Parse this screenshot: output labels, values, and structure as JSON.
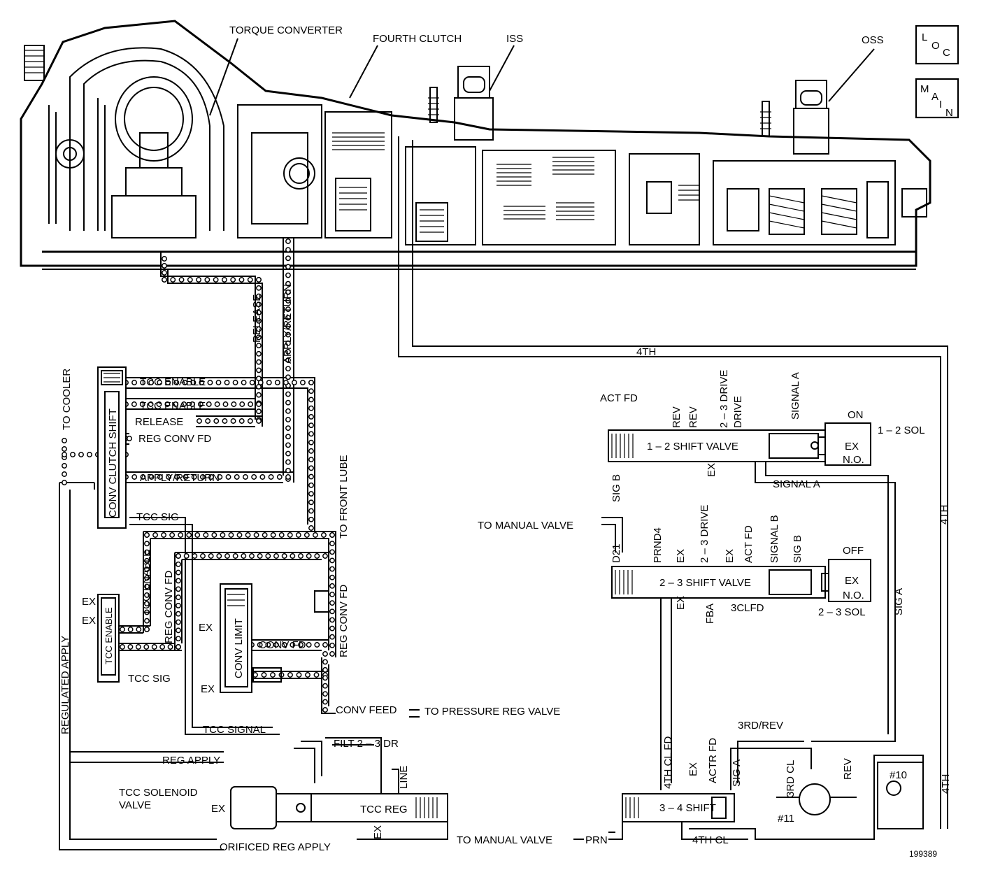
{
  "labels": {
    "torque_converter": "TORQUE CONVERTER",
    "fourth_clutch": "FOURTH CLUTCH",
    "iss": "ISS",
    "oss": "OSS",
    "release_vertical": "RELEASE",
    "apply_return_vertical": "APPLY/RETURN",
    "fourth_top": "4TH",
    "to_cooler": "TO COOLER",
    "tcc_enable_1": "TCC ENABLE",
    "tcc_enable_2": "TCC ENABLE",
    "release": "RELEASE",
    "reg_conv_fd": "REG CONV FD",
    "apply_return": "APPLY/RETURN",
    "conv_clutch_shift": "CONV CLUTCH SHIFT",
    "tcc_sig_1": "TCC SIG",
    "tcc_enable_v": "TCC ENABLE",
    "reg_conv_fd_v": "REG CONV FD",
    "to_front_lube": "TO FRONT LUBE",
    "reg_conv_fd_v2": "REG CONV FD",
    "regulated_apply": "REGULATED APPLY",
    "ex_1": "EX",
    "ex_2": "EX",
    "tcc_enable_valve": "TCC ENABLE",
    "tcc_sig_2": "TCC SIG",
    "ex_3": "EX",
    "ex_4": "EX",
    "conv_limit": "CONV LIMIT",
    "conv_fd": "CONV FD",
    "conv_feed": "CONV FEED",
    "to_pressure_reg_valve": "TO PRESSURE REG VALVE",
    "tcc_signal": "TCC SIGNAL",
    "filt_2_3_dr": "FILT 2 – 3 DR",
    "reg_apply": "REG APPLY",
    "line": "LINE",
    "tcc_solenoid_valve_1": "TCC SOLENOID",
    "tcc_solenoid_valve_2": "VALVE",
    "ex_5": "EX",
    "tcc_reg": "TCC REG",
    "ex_6": "EX",
    "orificed_reg_apply": "ORIFICED REG APPLY",
    "to_manual_valve_bottom": "TO MANUAL VALVE",
    "prn": "PRN",
    "act_fd": "ACT FD",
    "rev_1": "REV",
    "rev_2": "REV",
    "drive_2_3": "2 – 3 DRIVE",
    "drive": "DRIVE",
    "signal_a_v": "SIGNAL A",
    "on": "ON",
    "sol_1_2": "1 – 2 SOL",
    "shift_valve_1_2": "1 – 2 SHIFT VALVE",
    "ex_7": "EX",
    "ex_no_1": "EX",
    "no_1": "N.O.",
    "sig_b": "SIG B",
    "ex_8": "EX",
    "signal_a": "SIGNAL A",
    "fourth_right": "4TH",
    "to_manual_valve_mid": "TO MANUAL VALVE",
    "d21": "D21",
    "prnd4": "PRND4",
    "ex_9": "EX",
    "drive_2_3_b": "2 – 3 DRIVE",
    "ex_10": "EX",
    "act_fd_2": "ACT FD",
    "signal_b": "SIGNAL B",
    "sig_b_2": "SIG B",
    "off": "OFF",
    "shift_valve_2_3": "2 – 3 SHIFT VALVE",
    "ex_no_2": "EX",
    "no_2": "N.O.",
    "ex_11": "EX",
    "fba": "FBA",
    "clfd_3": "3CLFD",
    "sol_2_3": "2 – 3 SOL",
    "sig_a_v": "SIG A",
    "fourth_cl_fd": "4TH CL FD",
    "ex_12": "EX",
    "actr_fd": "ACTR FD",
    "sig_a_2": "SIG A",
    "third_rev": "3RD/REV",
    "third_cl": "3RD CL",
    "rev_3": "REV",
    "num_10": "#10",
    "fourth_bottom": "4TH",
    "shift_3_4": "3 – 4 SHIFT",
    "num_11": "#11",
    "fourth_cl": "4TH CL",
    "part_no": "199389"
  },
  "badges": {
    "loc": [
      "L",
      "O",
      "C"
    ],
    "main": [
      "M",
      "A",
      "I",
      "N"
    ]
  }
}
